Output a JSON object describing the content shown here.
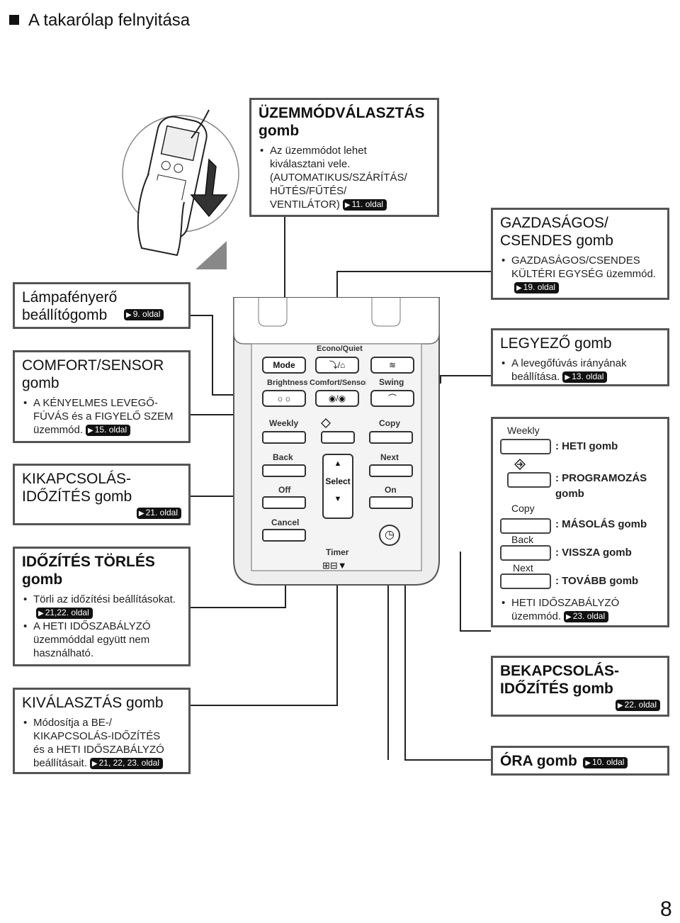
{
  "section_title": "A takarólap felnyitása",
  "page_number": "8",
  "ref_suffix": "oldal",
  "boxes": {
    "lampa": {
      "title": "Lámpafényerő beállítógomb",
      "ref": "9. oldal"
    },
    "comfort": {
      "title": "COMFORT/SENSOR gomb",
      "bullet": "A KÉNYELMES LEVEGŐ-FÚVÁS és a FIGYELŐ SZEM üzemmód.",
      "ref": "15. oldal"
    },
    "kikapcs": {
      "title": "KIKAPCSOLÁS-IDŐZÍTÉS gomb",
      "ref": "21. oldal"
    },
    "idozites_torles": {
      "title": "IDŐZÍTÉS TÖRLÉS gomb",
      "bullet1": "Törli az időzítési beállításokat.",
      "ref1": "21,22. oldal",
      "bullet2": "A HETI IDŐSZABÁLYZÓ üzemmóddal együtt nem használható."
    },
    "kivalasztas": {
      "title": "KIVÁLASZTÁS gomb",
      "bullet": "Módosítja a BE-/ KIKAPCSOLÁS-IDŐZÍTÉS és a HETI IDŐSZABÁLYZÓ beállításait.",
      "ref": "21, 22, 23. oldal"
    },
    "uzemmod": {
      "title": "ÜZEMMÓDVÁLASZTÁS gomb",
      "bullet": "Az üzemmódot lehet kiválasztani vele. (AUTOMATIKUS/SZÁRÍTÁS/ HŰTÉS/FŰTÉS/ VENTILÁTOR)",
      "ref": "11. oldal"
    },
    "gazdasagos": {
      "title": "GAZDASÁGOS/ CSENDES gomb",
      "bullet": "GAZDASÁGOS/CSENDES KÜLTÉRI EGYSÉG üzemmód.",
      "ref": "19. oldal"
    },
    "legyezo": {
      "title": "LEGYEZŐ gomb",
      "bullet": "A levegőfúvás irányának beállítása.",
      "ref": "13. oldal"
    },
    "bekapcs": {
      "title": "BEKAPCSOLÁS-IDŐZÍTÉS gomb",
      "ref": "22. oldal"
    },
    "ora": {
      "title": "ÓRA gomb",
      "ref": "10. oldal"
    }
  },
  "legend": {
    "weekly_label": "Weekly",
    "weekly_desc": ": HETI gomb",
    "program_desc": ": PROGRAMOZÁS gomb",
    "copy_label": "Copy",
    "copy_desc": ": MÁSOLÁS gomb",
    "back_label": "Back",
    "back_desc": ": VISSZA gomb",
    "next_label": "Next",
    "next_desc": ": TOVÁBB gomb",
    "bullet": "HETI IDŐSZABÁLYZÓ üzemmód.",
    "ref": "23. oldal"
  },
  "remote": {
    "mode": "Mode",
    "econo_quiet": "Econo/Quiet",
    "brightness": "Brightness",
    "comfort_sensor": "Comfort/Sensor",
    "swing": "Swing",
    "weekly": "Weekly",
    "copy": "Copy",
    "back": "Back",
    "next": "Next",
    "select": "Select",
    "off": "Off",
    "on": "On",
    "cancel": "Cancel",
    "timer": "Timer",
    "up_arrow": "▲",
    "down_arrow": "▼"
  }
}
